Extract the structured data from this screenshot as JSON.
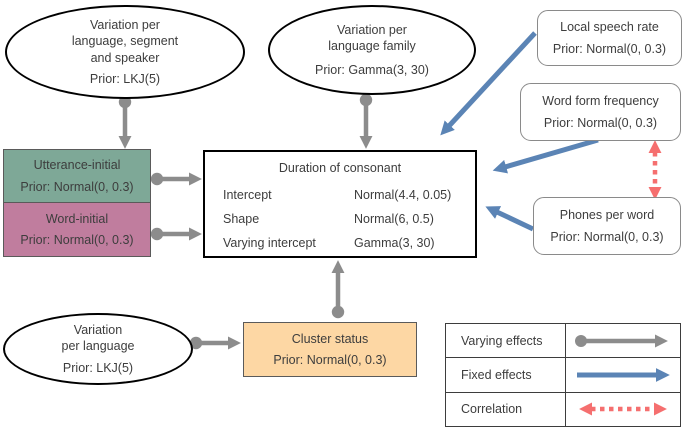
{
  "colors": {
    "varying_arrow_gray": "#8c8c8c",
    "fixed_arrow_blue": "#5b84b5",
    "correlation_arrow_red": "#f56f6f",
    "utterance_initial_teal": "#7ea897",
    "word_initial_mauve": "#c07d9e",
    "cluster_status_orange": "#fdd7a4"
  },
  "nodes": {
    "var_lang_seg_speaker": {
      "lines": [
        "Variation per",
        "language, segment",
        "and speaker"
      ],
      "prior": "Prior: LKJ(5)"
    },
    "var_lang_family": {
      "lines": [
        "Variation per",
        "language family"
      ],
      "prior": "Prior: Gamma(3, 30)"
    },
    "local_speech_rate": {
      "title": "Local speech rate",
      "prior": "Prior: Normal(0, 0.3)"
    },
    "word_form_frequency": {
      "title": "Word form frequency",
      "prior": "Prior: Normal(0, 0.3)"
    },
    "phones_per_word": {
      "title": "Phones per word",
      "prior": "Prior: Normal(0, 0.3)"
    },
    "utterance_initial": {
      "title": "Utterance-initial",
      "prior": "Prior: Normal(0, 0.3)"
    },
    "word_initial": {
      "title": "Word-initial",
      "prior": "Prior: Normal(0, 0.3)"
    },
    "var_per_language": {
      "lines": [
        "Variation",
        "per language"
      ],
      "prior": "Prior: LKJ(5)"
    },
    "cluster_status": {
      "title": "Cluster status",
      "prior": "Prior: Normal(0, 0.3)"
    },
    "duration_of_consonant": {
      "title": "Duration of consonant",
      "rows": [
        {
          "label": "Intercept",
          "value": "Normal(4.4, 0.05)"
        },
        {
          "label": "Shape",
          "value": "Normal(6, 0.5)"
        },
        {
          "label": "Varying intercept",
          "value": "Gamma(3, 30)"
        }
      ]
    }
  },
  "legend": {
    "rows": [
      {
        "label": "Varying effects"
      },
      {
        "label": "Fixed effects"
      },
      {
        "label": "Correlation"
      }
    ]
  }
}
